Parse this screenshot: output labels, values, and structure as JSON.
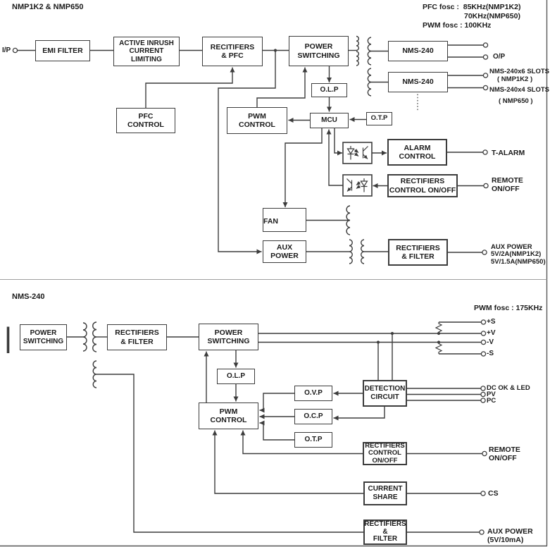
{
  "colors": {
    "line": "#3c3c3c",
    "text": "#1a1a1a",
    "background": "#ffffff",
    "divider": "#a0a0a0"
  },
  "top": {
    "title": "NMP1K2 & NMP650",
    "annotations": {
      "pfc_fosc_line1": "PFC fosc :  85KHz(NMP1K2)",
      "pfc_fosc_line2": "70KHz(NMP650)",
      "pwm_fosc": "PWM fosc : 100KHz"
    },
    "blocks": {
      "emi_filter": "EMI FILTER",
      "inrush": "ACTIVE INRUSH\nCURRENT LIMITING",
      "rectifiers_pfc": "RECITIFERS\n& PFC",
      "power_switching": "POWER\nSWITCHING",
      "pfc_control": "PFC\nCONTROL",
      "olp": "O.L.P",
      "pwm_control": "PWM\nCONTROL",
      "mcu": "MCU",
      "otp": "O.T.P",
      "nms_slot_1": "NMS-240",
      "nms_slot_2": "NMS-240",
      "alarm_control": "ALARM\nCONTROL",
      "rectifiers_control": "RECTIFIERS\nCONTROL ON/OFF",
      "fan": "FAN",
      "aux_power": "AUX\nPOWER",
      "rectifiers_filter": "RECTIFIERS\n& FILTER"
    },
    "terminals": {
      "input": "I/P",
      "output": "O/P",
      "slots_note_1": "NMS-240x6 SLOTS",
      "slots_note_1_model": "( NMP1K2 )",
      "slots_note_2": "NMS-240x4 SLOTS",
      "slots_note_2_model": "( NMP650 )",
      "t_alarm": "T-ALARM",
      "remote": "REMOTE\nON/OFF",
      "aux_power": "AUX POWER\n5V/2A(NMP1K2)\n5V/1.5A(NMP650)"
    }
  },
  "bottom": {
    "title": "NMS-240",
    "annotations": {
      "pwm_fosc": "PWM fosc : 175KHz"
    },
    "blocks": {
      "power_switching_primary": "POWER\nSWITCHING",
      "rectifiers_filter_main": "RECTIFIERS\n& FILTER",
      "power_switching_secondary": "POWER\nSWITCHING",
      "olp": "O.L.P",
      "pwm_control": "PWM\nCONTROL",
      "ovp": "O.V.P",
      "ocp": "O.C.P",
      "otp": "O.T.P",
      "detection": "DETECTION\nCIRCUIT",
      "rectifiers_control": "RECTIFIERS\nCONTROL\nON/OFF",
      "current_share": "CURRENT\nSHARE",
      "rectifiers_filter_aux": "RECTIFIERS\n&\nFILTER"
    },
    "terminals": {
      "plus_s": "+S",
      "plus_v": "+V",
      "minus_v": "-V",
      "minus_s": "-S",
      "dc_ok": "DC OK & LED",
      "pv": "PV",
      "pc": "PC",
      "remote": "REMOTE\nON/OFF",
      "cs": "CS",
      "aux_power": "AUX POWER\n(5V/10mA)"
    }
  }
}
